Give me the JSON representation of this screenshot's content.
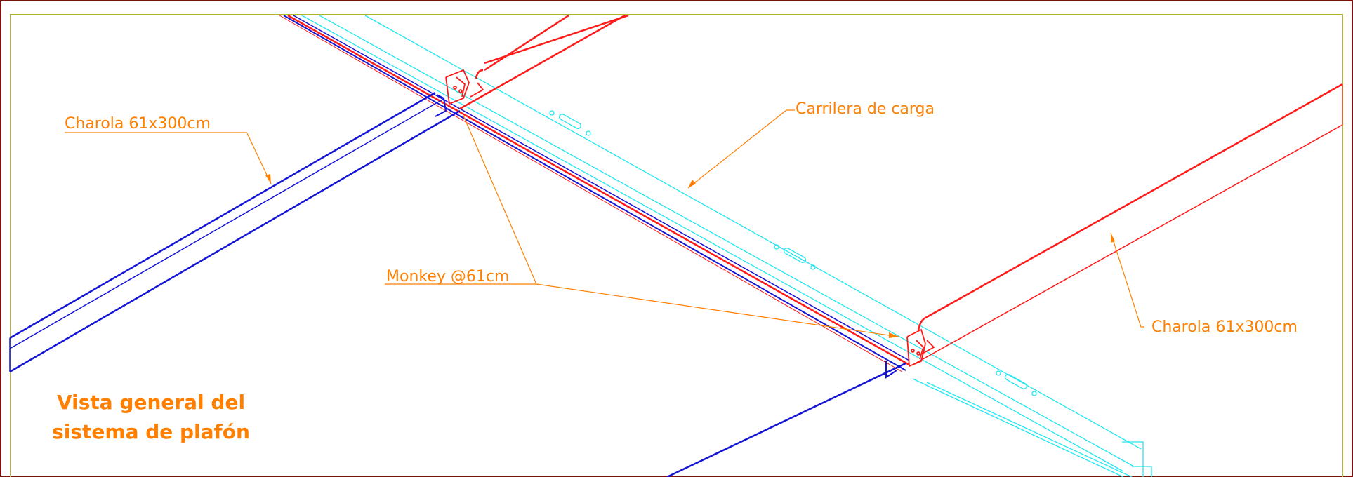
{
  "labels": {
    "charola_left": "Charola 61x300cm",
    "carrilera": "Carrilera de carga",
    "monkey": "Monkey @61cm",
    "charola_right": "Charola 61x300cm"
  },
  "title": {
    "line1": "Vista general del",
    "line2": "sistema de plafón"
  },
  "colors": {
    "frame": "#7a1010",
    "inner_frame": "#b9b52a",
    "blue_charola": "#1414d6",
    "red_charola": "#ff1a1a",
    "cyan_carrilera": "#22e6f0",
    "annotation": "#ff7f00"
  }
}
